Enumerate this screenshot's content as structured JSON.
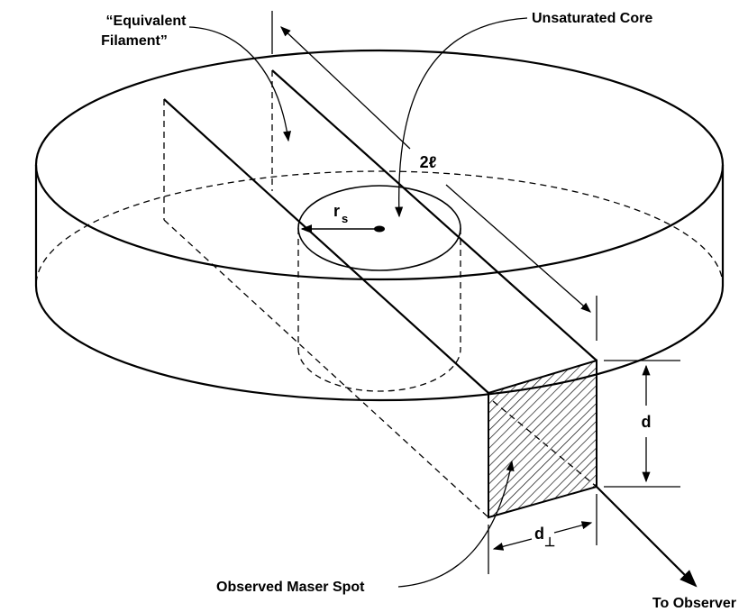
{
  "labels": {
    "equivalent_filament_line1": "“Equivalent",
    "equivalent_filament_line2": "Filament”",
    "unsaturated_core": "Unsaturated Core",
    "two_l": "2ℓ",
    "r_s_main": "r",
    "r_s_sub": "s",
    "d": "d",
    "d_perp_main": "d",
    "d_perp_sub": "⊥",
    "observed_maser_spot": "Observed Maser Spot",
    "to_observer": "To Observer"
  }
}
